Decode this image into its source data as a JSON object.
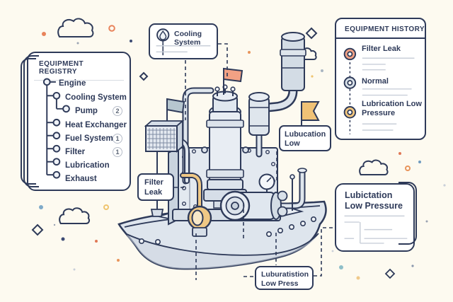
{
  "palette": {
    "ink": "#2E3A59",
    "background": "#FDFAF0",
    "skeleton": "#C9CFD9"
  },
  "registry": {
    "title": "EQUIPMENT REGISTRY",
    "nodes": [
      {
        "label": "Engine",
        "badge": "",
        "level": 0
      },
      {
        "label": "Cooling System",
        "badge": "",
        "level": 1
      },
      {
        "label": "Pump",
        "badge": "2",
        "level": 2
      },
      {
        "label": "Heat Exchanger",
        "badge": "",
        "level": 1
      },
      {
        "label": "Fuel System",
        "badge": "1",
        "level": 1
      },
      {
        "label": "Filter",
        "badge": "1",
        "level": 1
      },
      {
        "label": "Lubrication",
        "badge": "",
        "level": 1
      },
      {
        "label": "Exhaust",
        "badge": "",
        "level": 1
      }
    ]
  },
  "history": {
    "title": "EQUIPMENT HISTORY",
    "events": [
      {
        "label": "Filter Leak",
        "color": "#F2A184"
      },
      {
        "label": "Normal",
        "color": "#D9E2EA"
      },
      {
        "label": "Lubrication Low Pressure",
        "color": "#F5C87E"
      }
    ]
  },
  "callouts": {
    "cooling": {
      "line1": "Cooling",
      "line2": "System"
    },
    "lubucation": {
      "line1": "Lubucation",
      "line2": "Low"
    },
    "filter_leak": {
      "line1": "Filter",
      "line2": "Leak"
    },
    "lubictation": {
      "line1": "Lubictation",
      "line2": "Low Pressure"
    },
    "luburatistion": {
      "line1": "Luburatistion",
      "line2": "Low Press"
    }
  },
  "illustration": {
    "subject": "boat engine line-art",
    "flags": {
      "slate": "#B6C6CF",
      "salmon": "#F2A184",
      "yellow": "#F0C276"
    },
    "pump_accent": "#EFC885"
  }
}
